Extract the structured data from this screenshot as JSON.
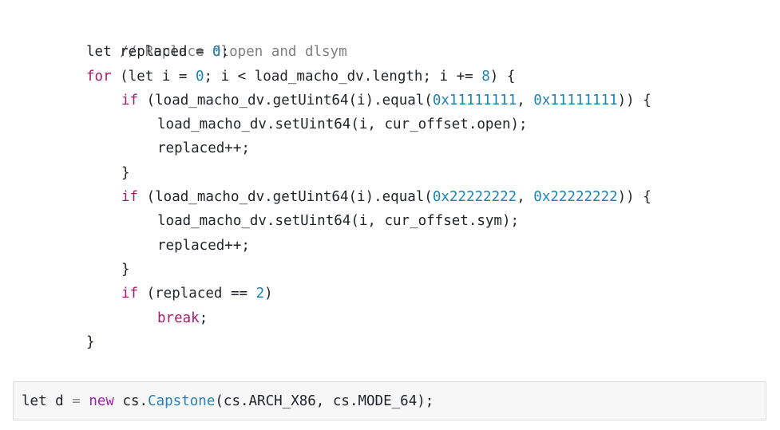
{
  "code_output": {
    "comment": "// Replace dlopen and dlsym",
    "l2": {
      "a": "let replaced = ",
      "n": "0",
      "b": ";"
    },
    "l3": {
      "kw": "for",
      "a": " (let i = ",
      "n1": "0",
      "b": "; i < load_macho_dv.length; i += ",
      "n2": "8",
      "c": ") {"
    },
    "l4": {
      "kw": "if",
      "a": " (load_macho_dv.getUint64(i).equal(",
      "n1": "0x11111111",
      "b": ", ",
      "n2": "0x11111111",
      "c": ")) {"
    },
    "l5": "load_macho_dv.setUint64(i, cur_offset.open);",
    "l6": "replaced++;",
    "l7": "}",
    "l8": {
      "kw": "if",
      "a": " (load_macho_dv.getUint64(i).equal(",
      "n1": "0x22222222",
      "b": ", ",
      "n2": "0x22222222",
      "c": ")) {"
    },
    "l9": "load_macho_dv.setUint64(i, cur_offset.sym);",
    "l10": "replaced++;",
    "l11": "}",
    "l12": {
      "kw": "if",
      "a": " (replaced == ",
      "n": "2",
      "b": ")"
    },
    "l13": {
      "kw": "break",
      "a": ";"
    },
    "l14": "}"
  },
  "input_cell": {
    "let": "let d ",
    "eq": "=",
    "sp": " ",
    "new": "new",
    "cs": " cs.",
    "cls": "Capstone",
    "args": "(cs.ARCH_X86, cs.MODE_64);"
  },
  "colors": {
    "comment": "#7f7f7f",
    "keyword": "#a51d6b",
    "number": "#1a84b5",
    "cell_bg": "#f7f7f7",
    "cell_border": "#dcdcdc"
  }
}
